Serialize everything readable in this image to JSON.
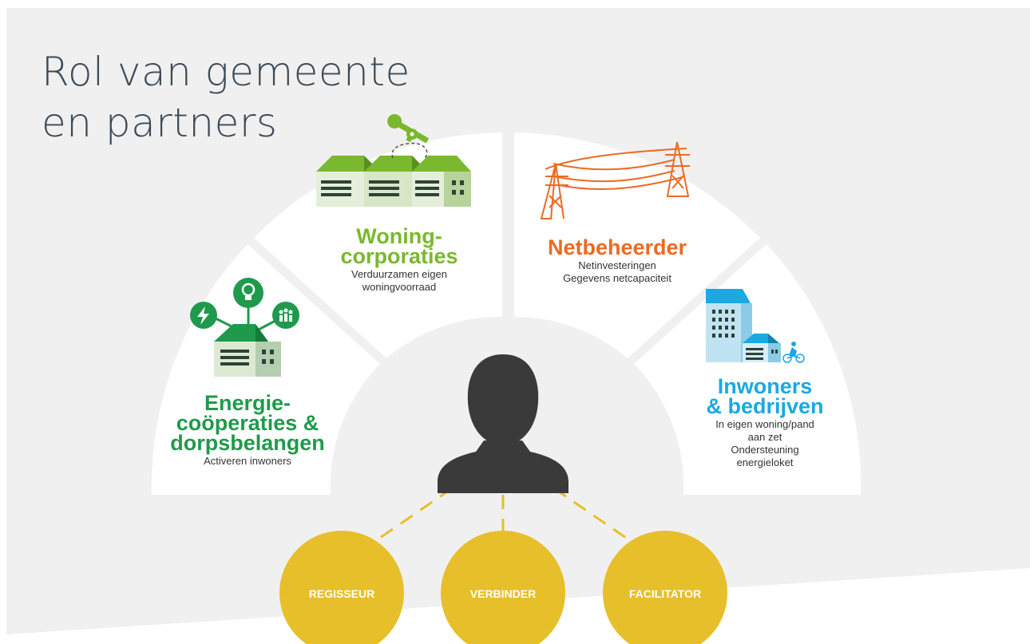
{
  "title": {
    "line1": "Rol van gemeente",
    "line2": "en partners"
  },
  "colors": {
    "background": "#f0f0f0",
    "segment": "#ffffff",
    "person": "#3a3a3a",
    "role_circle": "#e6bf2b",
    "dash": "#e6bf2b",
    "energie": "#1f9a4c",
    "woning": "#7ab82e",
    "netbeheerder": "#ec6a23",
    "inwoners": "#1aa9e1"
  },
  "segments": [
    {
      "id": "energie",
      "heading_lines": [
        "Energie-",
        "coöperaties &",
        "dorpsbelangen"
      ],
      "sub_lines": [
        "Activeren inwoners"
      ],
      "icon": "house-with-energy-icons"
    },
    {
      "id": "woning",
      "heading_lines": [
        "Woning-",
        "corporaties"
      ],
      "sub_lines": [
        "Verduurzamen eigen",
        "woningvoorraad"
      ],
      "icon": "row-houses-with-key-icon"
    },
    {
      "id": "netbeheerder",
      "heading_lines": [
        "Netbeheerder"
      ],
      "sub_lines": [
        "Netinvesteringen",
        "Gegevens netcapaciteit"
      ],
      "icon": "power-lines-icon"
    },
    {
      "id": "inwoners",
      "heading_lines": [
        "Inwoners",
        "& bedrijven"
      ],
      "sub_lines": [
        "In eigen woning/pand",
        "aan zet",
        "Ondersteuning",
        "energieloket"
      ],
      "icon": "buildings-cyclist-icon"
    }
  ],
  "roles": [
    {
      "label": "REGISSEUR"
    },
    {
      "label": "VERBINDER"
    },
    {
      "label": "FACILITATOR"
    }
  ]
}
